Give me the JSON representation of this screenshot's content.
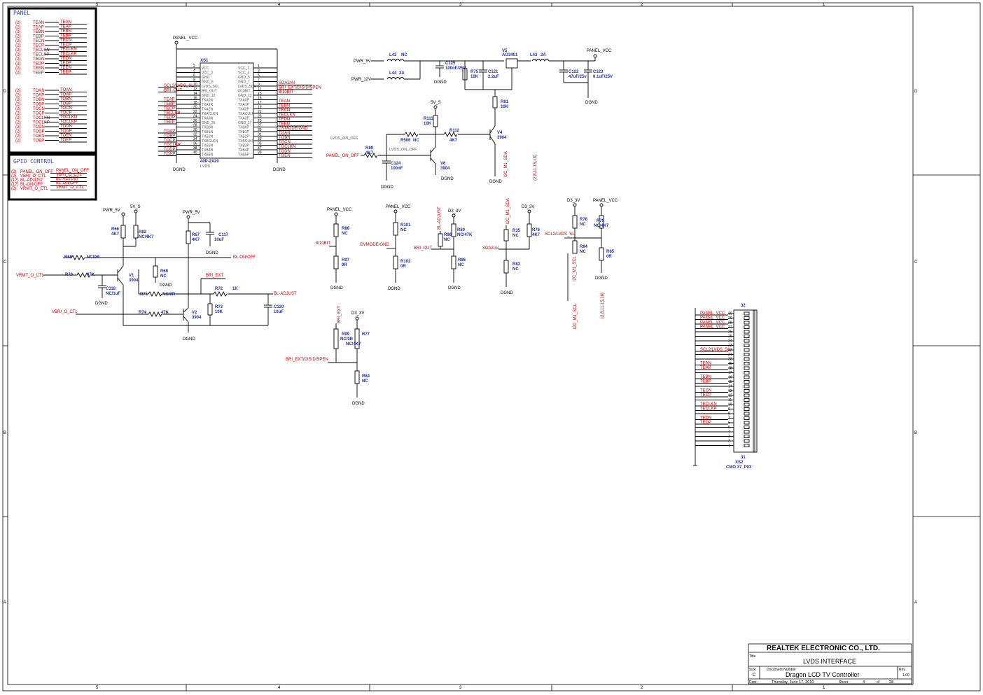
{
  "frame": {
    "cols": [
      "5",
      "4",
      "3",
      "2",
      "1"
    ],
    "rows": [
      "D",
      "C",
      "B",
      "A"
    ]
  },
  "panel_box": {
    "title": "PANEL",
    "nets_a": [
      {
        "pin": "(2)",
        "name": "TEAN",
        "out": "TEAN"
      },
      {
        "pin": "(2)",
        "name": "TEAP",
        "out": "TEAP"
      },
      {
        "pin": "(2)",
        "name": "TEBN",
        "out": "TEBN"
      },
      {
        "pin": "(2)",
        "name": "TEBP",
        "out": "TEBP"
      },
      {
        "pin": "(2)",
        "name": "TECN",
        "out": "TECN"
      },
      {
        "pin": "(2)",
        "name": "TECP",
        "out": "TECP"
      },
      {
        "pin": "(2)",
        "name": "TECLKN",
        "out": "TECLKN"
      },
      {
        "pin": "(2)",
        "name": "TECLKP",
        "out": "TECLKP"
      },
      {
        "pin": "(2)",
        "name": "TEDN",
        "out": "TEDN"
      },
      {
        "pin": "(2)",
        "name": "TEDP",
        "out": "TEDP"
      },
      {
        "pin": "(2)",
        "name": "TEEN",
        "out": "TEEN"
      },
      {
        "pin": "(2)",
        "name": "TEEP",
        "out": "TEEP"
      }
    ],
    "nets_b": [
      {
        "pin": "(2)",
        "name": "TOAN",
        "out": "TOAN"
      },
      {
        "pin": "(2)",
        "name": "TOAP",
        "out": "TOAP"
      },
      {
        "pin": "(2)",
        "name": "TOBN",
        "out": "TOBN"
      },
      {
        "pin": "(2)",
        "name": "TOBP",
        "out": "TOBP"
      },
      {
        "pin": "(2)",
        "name": "TOCN",
        "out": "TOCN"
      },
      {
        "pin": "(2)",
        "name": "TOCP",
        "out": "TOCP"
      },
      {
        "pin": "(2)",
        "name": "TOCLKN",
        "out": "TOCLKN"
      },
      {
        "pin": "(2)",
        "name": "TOCLKP",
        "out": "TOCLKP"
      },
      {
        "pin": "(2)",
        "name": "TODN",
        "out": "TODN"
      },
      {
        "pin": "(2)",
        "name": "TODP",
        "out": "TODP"
      },
      {
        "pin": "(2)",
        "name": "TOEN",
        "out": "TOEN"
      },
      {
        "pin": "(2)",
        "name": "TOEP",
        "out": "TOEP"
      }
    ]
  },
  "gpio_box": {
    "title": "GPIO CONTROL",
    "nets": [
      {
        "pin": "(2)",
        "name": "PANEL_ON_OFF",
        "out": "PANEL_ON_OFF"
      },
      {
        "pin": "(2)",
        "name": "VBRI_O_CTL",
        "out": "VBRI_O_CTL"
      },
      {
        "pin": "(17)",
        "name": "BL-ADJUST",
        "out": "BL-ADJUST"
      },
      {
        "pin": "(17)",
        "name": "BL-ON/OFF",
        "out": "BL-ON/OFF"
      },
      {
        "pin": "(2)",
        "name": "VRMT_O_CTL",
        "out": "VRMT_O_CTL"
      }
    ]
  },
  "xs1": {
    "ref": "XS1",
    "part": "40P-2X20",
    "name": "LVDS",
    "net_top": "PANEL_VCC",
    "net_gnd": "DGND",
    "left_pins": [
      "2",
      "4",
      "6",
      "8",
      "10",
      "12",
      "14",
      "16",
      "18",
      "20",
      "22",
      "24",
      "26",
      "28",
      "30",
      "32",
      "34",
      "36",
      "38",
      "40"
    ],
    "right_pins": [
      "1",
      "3",
      "5",
      "7",
      "9",
      "11",
      "13",
      "15",
      "17",
      "19",
      "21",
      "23",
      "25",
      "27",
      "29",
      "31",
      "33",
      "35",
      "37",
      "39"
    ],
    "left_labels": [
      "VCC",
      "VCC_2",
      "GND",
      "GND_6",
      "LVDS_SCL",
      "BRI_OUT",
      "GND_12",
      "TXA0N",
      "TXA1N",
      "TXA2N",
      "TXACLKN",
      "TXA3N",
      "GND_26",
      "TXB0N",
      "TXB1N",
      "TXB2N",
      "TXBCLKN",
      "TXB3N",
      "TXB4N",
      "TXB5N"
    ],
    "right_labels": [
      "VCC_1",
      "VCC_3",
      "GND_5",
      "GND_7",
      "LVDS_SDA",
      "8/10BIT",
      "GND_13",
      "TXA0P",
      "TXA1P",
      "TXA2P",
      "TXACLKP",
      "TXA3P",
      "GND_27",
      "TXB0P",
      "TXB1P",
      "TXB2P",
      "TXBCLKP",
      "TXB3P",
      "TXB4P",
      "TXB5P"
    ],
    "left_nets": [
      "",
      "",
      "",
      "",
      "SCL2/LVDS_SL",
      "BRI_OUT",
      "",
      "TEAP",
      "TEBP",
      "TECP",
      "TECLKP",
      "TEDP",
      "TEEP",
      "",
      "TOAP",
      "TOBP",
      "TOCP",
      "TOCLKP",
      "TODP",
      "TOEP"
    ],
    "right_nets": [
      "",
      "",
      "",
      "",
      "SDA2/AI",
      "BRI_EXT/DIS/DISPEN",
      "8/10BIT",
      "",
      "TEAN",
      "TEBN",
      "TECN",
      "TECLKN",
      "TEDN",
      "TEEN",
      "GVMODE/GND",
      "TOAN",
      "TOBN",
      "TOCN",
      "TOCLKN",
      "TODN",
      "TOEN"
    ]
  },
  "power": {
    "pwr5v": "PWR_5V",
    "pwr12v": "PWR_12V",
    "l42": {
      "ref": "L42",
      "val": "NC"
    },
    "l44": {
      "ref": "L44",
      "val": "2A"
    },
    "c125": {
      "ref": "C125",
      "val": "100nF/25V"
    },
    "r75": {
      "ref": "R75",
      "val": "10K"
    },
    "c121": {
      "ref": "C121",
      "val": "2.2uF"
    },
    "v5": {
      "ref": "V5",
      "val": "AO3401"
    },
    "l43": {
      "ref": "L43",
      "val": "2A"
    },
    "panel_vcc": "PANEL_VCC",
    "c122": {
      "ref": "C122",
      "val": "47uF/25v"
    },
    "c123": {
      "ref": "C123",
      "val": "0.1uF/25V"
    },
    "r81": {
      "ref": "R81",
      "val": "10K"
    },
    "v4": {
      "ref": "V4",
      "val": "3904"
    },
    "r111": {
      "ref": "R111",
      "val": "10K"
    },
    "r112": {
      "ref": "R112",
      "val": "4K7"
    },
    "r506": {
      "ref": "R506",
      "val": "NC"
    },
    "r89": {
      "ref": "R89",
      "val": "4K7"
    },
    "c124": {
      "ref": "C124",
      "val": "100nF"
    },
    "v6": {
      "ref": "V6",
      "val": "3904"
    },
    "net_5vs": "5V_S",
    "lvds_on": "LVDS_ON_OFF",
    "panel_on": "PANEL_ON_OFF",
    "i2c_sda": "I2C_M1_SDA",
    "pages1": "(2,8,11,15,18)",
    "dgnd": "DGND"
  },
  "backlight": {
    "pwr5v": "PWR_5V",
    "v5s": "5V_S",
    "r66": {
      "ref": "R66",
      "val": "4K7"
    },
    "r82": {
      "ref": "R82",
      "val": "NC/4K7"
    },
    "r67": {
      "ref": "R67",
      "val": "4K7"
    },
    "c117": {
      "ref": "C117",
      "val": "10uF"
    },
    "r68": {
      "ref": "R68",
      "val": "NC/0R"
    },
    "r70": {
      "ref": "R70",
      "val": "47K"
    },
    "r69": {
      "ref": "R69",
      "val": "NC"
    },
    "v1": {
      "ref": "V1",
      "val": "3904"
    },
    "c118": {
      "ref": "C118",
      "val": "NC/1uF"
    },
    "r71": {
      "ref": "R71",
      "val": "NC/0R"
    },
    "r72": {
      "ref": "R72",
      "val": "1K"
    },
    "r73": {
      "ref": "R73",
      "val": "10K"
    },
    "r74": {
      "ref": "R74",
      "val": "47K"
    },
    "v2": {
      "ref": "V2",
      "val": "3904"
    },
    "c120": {
      "ref": "C120",
      "val": "10uF"
    },
    "bl_onoff": "BL-ON/OFF",
    "bl_adjust": "BL-ADJUST",
    "vrmt": "VRMT_O_CTL",
    "vbri": "VBRI_O_CTL",
    "bri_ext": "BRI_EXT",
    "dgnd": "DGND"
  },
  "straps": {
    "panel_vcc": "PANEL_VCC",
    "d33v": "D3_3V",
    "r86": {
      "ref": "R86",
      "val": "NC"
    },
    "r97": {
      "ref": "R97",
      "val": "0R"
    },
    "r101": {
      "ref": "R101",
      "val": "NC"
    },
    "r102": {
      "ref": "R102",
      "val": "0R"
    },
    "r80": {
      "ref": "R80",
      "val": "NC/47K"
    },
    "r98": {
      "ref": "R98",
      "val": "NC"
    },
    "r86b": {
      "ref": "R86",
      "val": "NC"
    },
    "r35": {
      "ref": "R35",
      "val": "NC"
    },
    "r76": {
      "ref": "R76",
      "val": "4K7"
    },
    "r83": {
      "ref": "R83",
      "val": "NC"
    },
    "r78": {
      "ref": "R78",
      "val": "NC"
    },
    "r79": {
      "ref": "R79",
      "val": "NC/4K7"
    },
    "r94": {
      "ref": "R94",
      "val": "NC"
    },
    "r85": {
      "ref": "R85",
      "val": "0R"
    },
    "r99": {
      "ref": "R99",
      "val": "NC/0R"
    },
    "r77": {
      "ref": "R77",
      "val": "NC/4K7"
    },
    "r84": {
      "ref": "R84",
      "val": "NC"
    },
    "n810": "8/10BIT",
    "gvmode": "GVMODE/GND",
    "bri_out": "BRI_OUT",
    "sda2": "SDA2/AI",
    "scl2": "SCL2/LVDS_SL",
    "bl_adj": "BL-ADJUST",
    "bri_ext": "BRI_EXT",
    "bri_ext_dis": "BRI_EXT/DIS/DISPEN",
    "i2c_sda": "I2C_M1_SDA",
    "i2c_scl": "I2C_M1_SCL",
    "pages": "(2,8,11,15,18)",
    "dgnd": "DGND"
  },
  "xs2": {
    "ref": "XS2",
    "part": "CMO 37_P03",
    "j_top": "32",
    "j_bot": "31",
    "pins": [
      "30",
      "29",
      "28",
      "27",
      "26",
      "25",
      "24",
      "23",
      "22",
      "21",
      "20",
      "19",
      "18",
      "17",
      "16",
      "15",
      "14",
      "13",
      "12",
      "11",
      "10",
      "9",
      "8",
      "7",
      "6",
      "5",
      "4",
      "3",
      "2",
      "1"
    ],
    "nets": [
      "PANEL_VCC",
      "PANEL_VCC",
      "PANEL_VCC",
      "PANEL_VCC",
      "",
      "",
      "",
      "",
      "SCL2/LVDS_SL",
      "",
      "",
      "TEAN",
      "TEAP",
      "",
      "TEBN",
      "TEBP",
      "",
      "TECN",
      "TECP",
      "",
      "TECLKN",
      "TECLKP",
      "",
      "TEDN",
      "TEDP",
      "",
      "",
      "",
      "",
      ""
    ]
  },
  "titleblock": {
    "company": "REALTEK ELECTRONIC CO., LTD.",
    "title_label": "Title",
    "title": "LVDS INTERFACE",
    "size_label": "Size",
    "size": "C",
    "docnum_label": "Document Number",
    "docnum": "Dragon LCD TV Controller",
    "rev_label": "Rev",
    "rev": "1.00",
    "date_label": "Date:",
    "date": "Thursday, June 17, 2010",
    "sheet_label": "Sheet",
    "sheet": "4",
    "of_label": "of",
    "total": "28"
  }
}
